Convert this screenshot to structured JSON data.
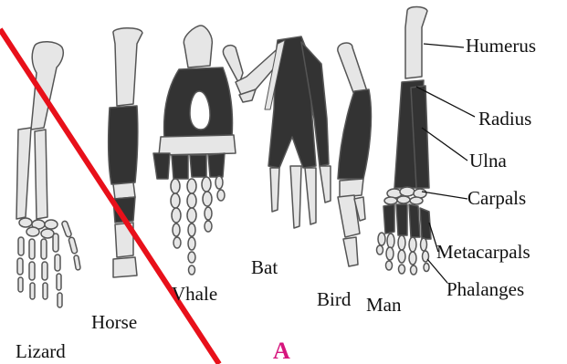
{
  "diagram": {
    "species": {
      "lizard": "Lizard",
      "horse": "Horse",
      "whale": "Vhale",
      "bat": "Bat",
      "bird": "Bird",
      "man": "Man"
    },
    "bones": {
      "humerus": "Humerus",
      "radius": "Radius",
      "ulna": "Ulna",
      "carpals": "Carpals",
      "metacarpals": "Metacarpals",
      "phalanges": "Phalanges"
    },
    "marker": "A",
    "colors": {
      "bone_light": "#e6e6e6",
      "bone_dark": "#333333",
      "outline": "#555555",
      "strike_line": "#e8101a",
      "marker": "#d6157d"
    }
  }
}
